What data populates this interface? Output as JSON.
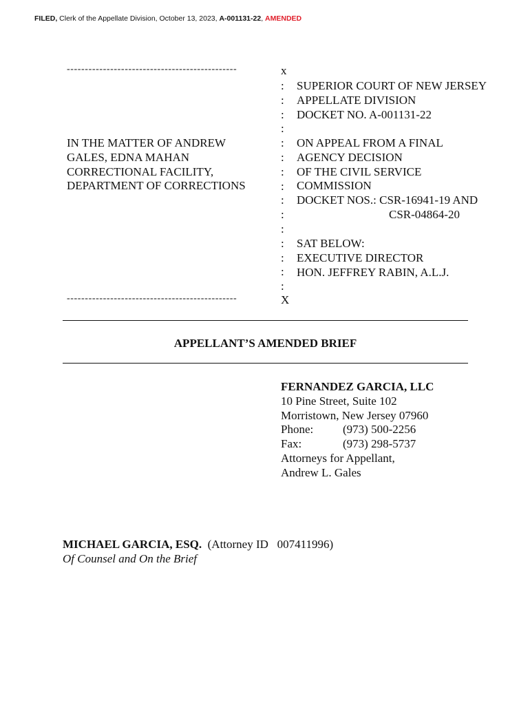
{
  "header_stamp": {
    "filed": "FILED,",
    "text": " Clerk of the Appellate Division, October 13, 2023, ",
    "docket": "A-001131-22",
    "sep": ", ",
    "amended": "AMENDED"
  },
  "caption": {
    "dashes": "-----------------------------------------------",
    "x_top": "x",
    "x_bottom": "X",
    "colons": [
      ":",
      ":",
      ":",
      ":",
      ":",
      ":",
      ":",
      ":",
      ":",
      ":",
      ":",
      ":",
      ":",
      ":",
      ":"
    ],
    "matter": [
      "IN THE MATTER OF ANDREW",
      "GALES, EDNA MAHAN",
      "CORRECTIONAL FACILITY,",
      "DEPARTMENT OF CORRECTIONS"
    ],
    "court": [
      "SUPERIOR COURT OF NEW JERSEY",
      "APPELLATE DIVISION",
      "DOCKET NO. A-001131-22"
    ],
    "appeal": [
      "ON APPEAL FROM A FINAL",
      "AGENCY DECISION",
      "OF THE CIVIL SERVICE",
      "COMMISSION",
      "DOCKET NOS.:  CSR-16941-19 AND",
      "CSR-04864-20"
    ],
    "sat_below": [
      "SAT BELOW:",
      "EXECUTIVE DIRECTOR",
      "HON. JEFFREY RABIN, A.L.J."
    ]
  },
  "title": "APPELLANT’S AMENDED BRIEF",
  "firm": {
    "name": "FERNANDEZ GARCIA, LLC",
    "address1": "10 Pine Street, Suite 102",
    "address2": "Morristown, New Jersey 07960",
    "phone_label": "Phone:",
    "phone": "(973) 500-2256",
    "fax_label": "Fax:",
    "fax": "(973) 298-5737",
    "attorneys_for": "Attorneys for Appellant,",
    "client": "Andrew L. Gales"
  },
  "counsel": {
    "name": "MICHAEL GARCIA, ESQ.",
    "attorney_id": "  (Attorney ID   007411996)",
    "role": "Of Counsel and On the Brief"
  }
}
